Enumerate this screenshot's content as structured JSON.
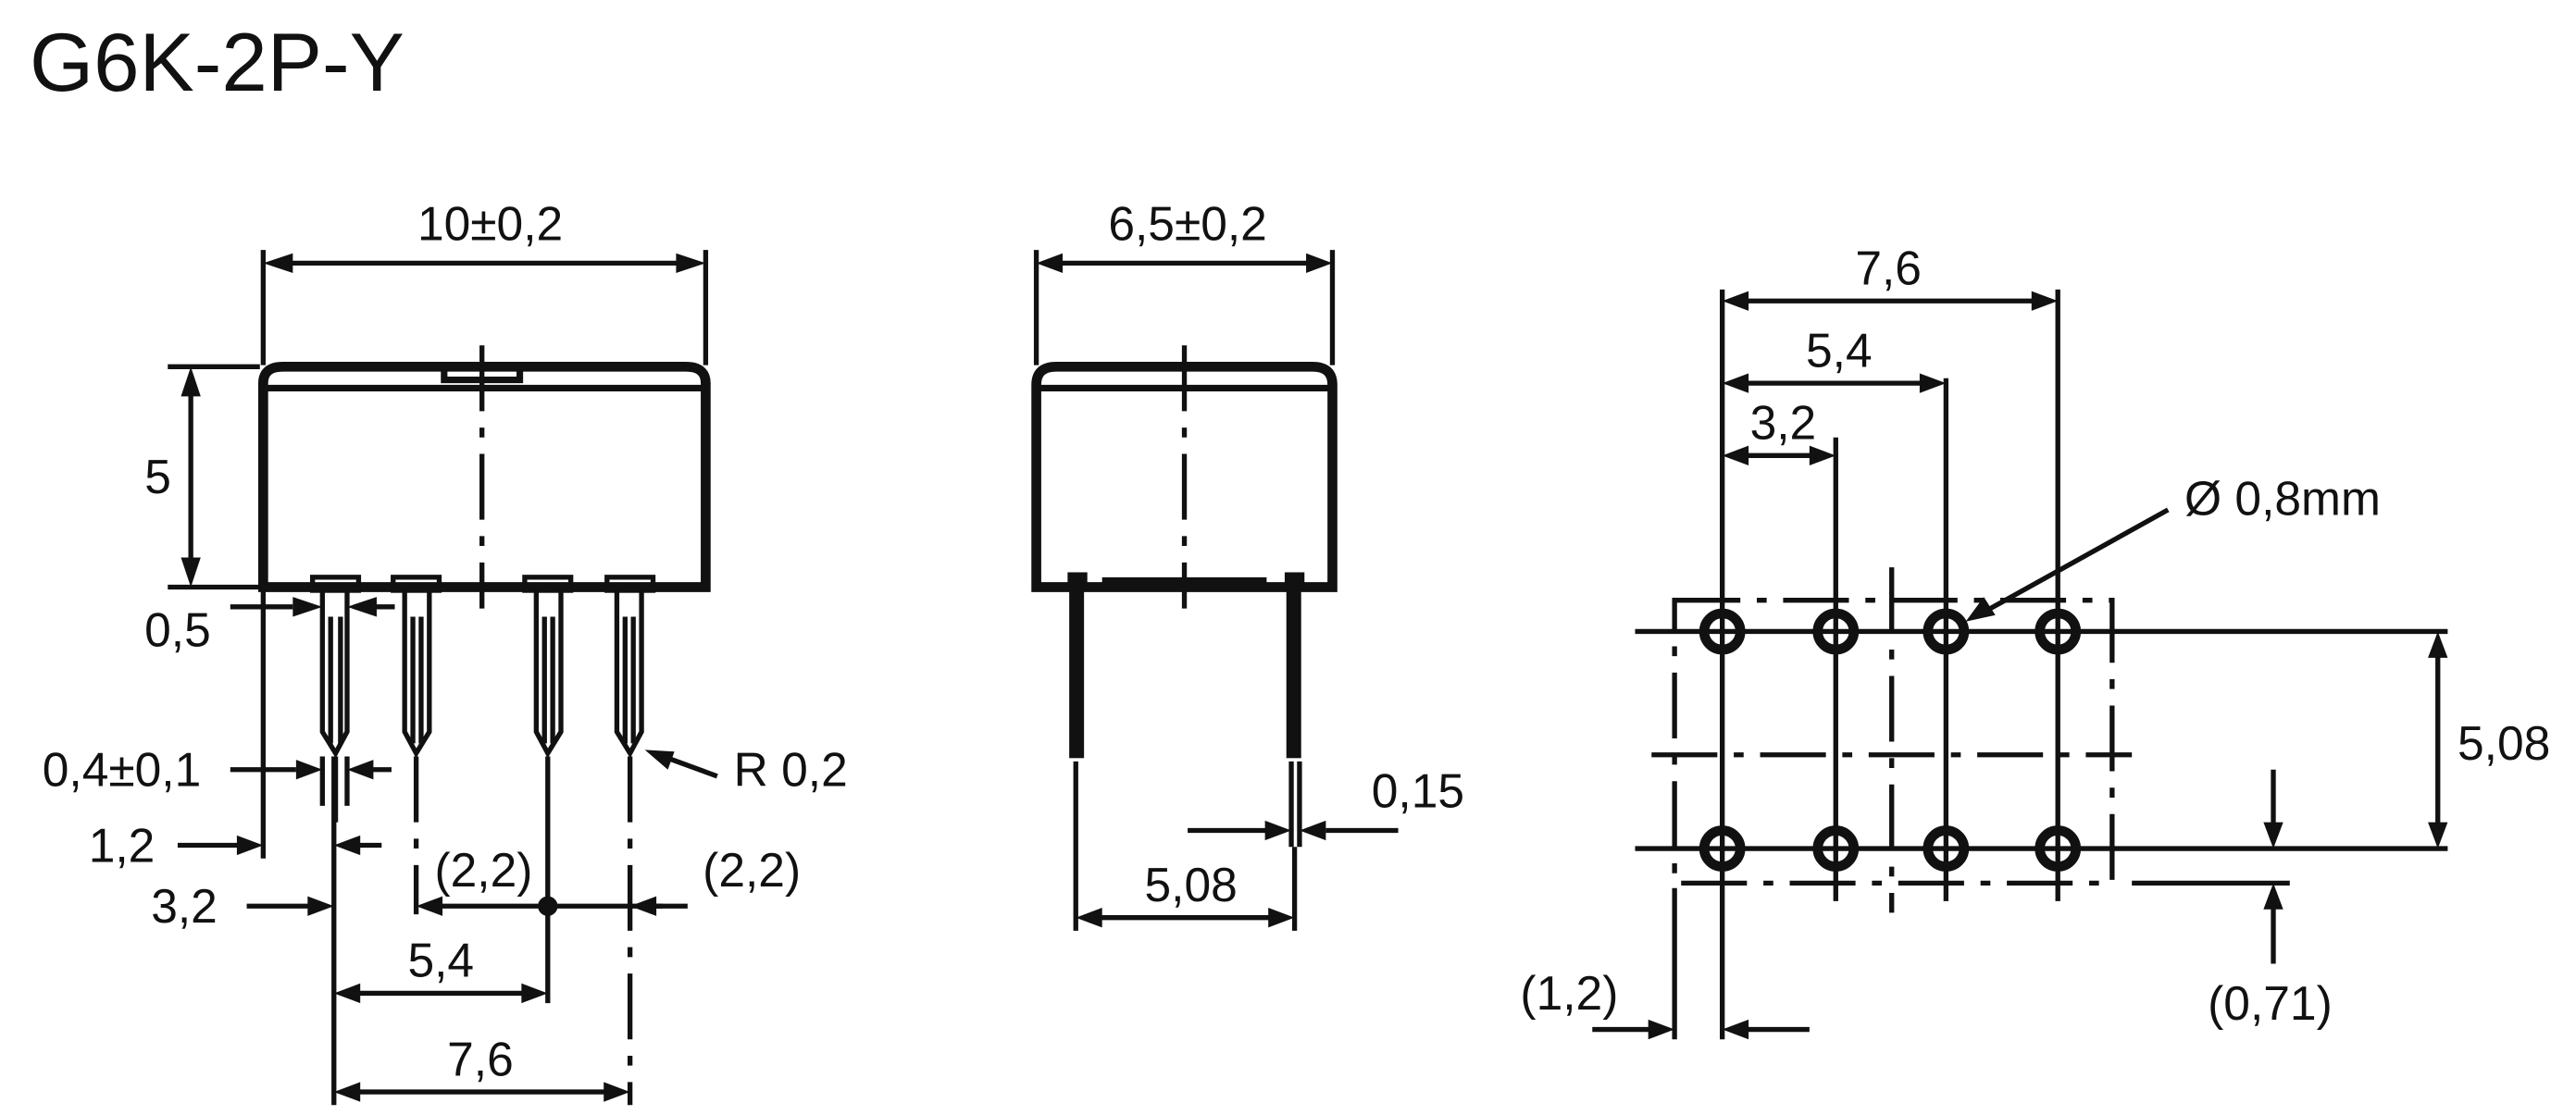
{
  "title": "G6K-2P-Y",
  "front_view": {
    "width": "10±0,2",
    "height": "5",
    "standoff": "0,5",
    "pin_width": "0,4±0,1",
    "pin_offset": "1,2",
    "pitch_1": "3,2",
    "pitch_2": "5,4",
    "pitch_3": "7,6",
    "ref_left": "(2,2)",
    "ref_right": "(2,2)",
    "radius": "R 0,2"
  },
  "side_view": {
    "width": "6,5±0,2",
    "pin_thickness": "0,15",
    "pin_spacing": "5,08"
  },
  "pcb_layout": {
    "hole_diameter": "Ø 0,8mm",
    "pitch_3": "7,6",
    "pitch_2": "5,4",
    "pitch_1": "3,2",
    "row_spacing": "5,08",
    "offset_x": "(1,2)",
    "offset_y": "(0,71)"
  }
}
